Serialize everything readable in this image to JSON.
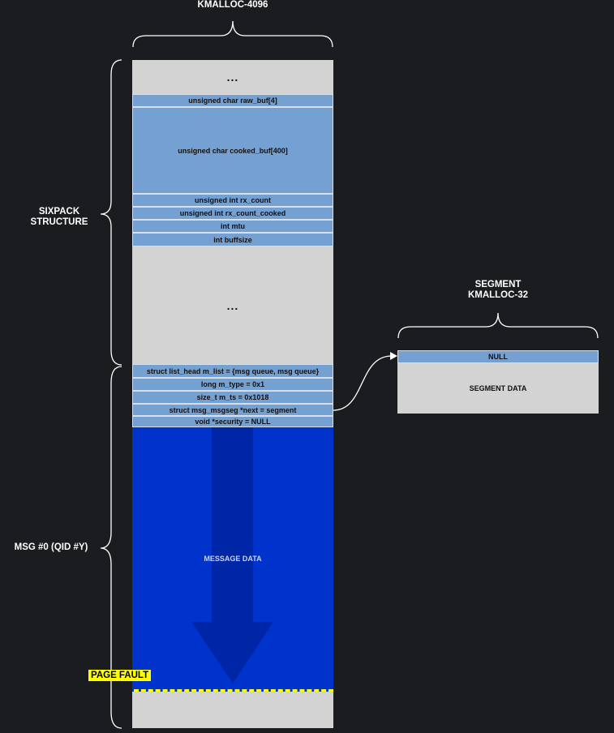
{
  "header": {
    "kmalloc_title": "KMALLOC-4096"
  },
  "side_labels": {
    "sixpack_line1": "SIXPACK",
    "sixpack_line2": "STRUCTURE",
    "msg": "MSG #0 (QID #Y)"
  },
  "sixpack": {
    "top_ellipsis": "...",
    "fields": [
      "unsigned char raw_buf[4]",
      "unsigned char cooked_buf[400]",
      "unsigned int rx_count",
      "unsigned int rx_count_cooked",
      "int mtu",
      "int buffsize"
    ],
    "mid_ellipsis": "..."
  },
  "msg_header": {
    "fields": [
      "struct list_head m_list = {msg queue, msg queue}",
      "long m_type = 0x1",
      "size_t m_ts = 0x1018",
      "struct msg_msgseg *next = segment",
      "void *security = NULL"
    ]
  },
  "message_data": {
    "label": "MESSAGE DATA"
  },
  "page_fault": {
    "label": "PAGE FAULT"
  },
  "segment": {
    "title_line1": "SEGMENT",
    "title_line2": "KMALLOC-32",
    "null_field": "NULL",
    "data_label": "SEGMENT DATA"
  },
  "colors": {
    "background": "#1b1c20",
    "field_blue": "#75a1d2",
    "slab_gray": "#d3d3d3",
    "message_blue": "#0033cc",
    "overflow_arrow": "#0026a8",
    "page_fault_yellow": "#ffff00"
  }
}
